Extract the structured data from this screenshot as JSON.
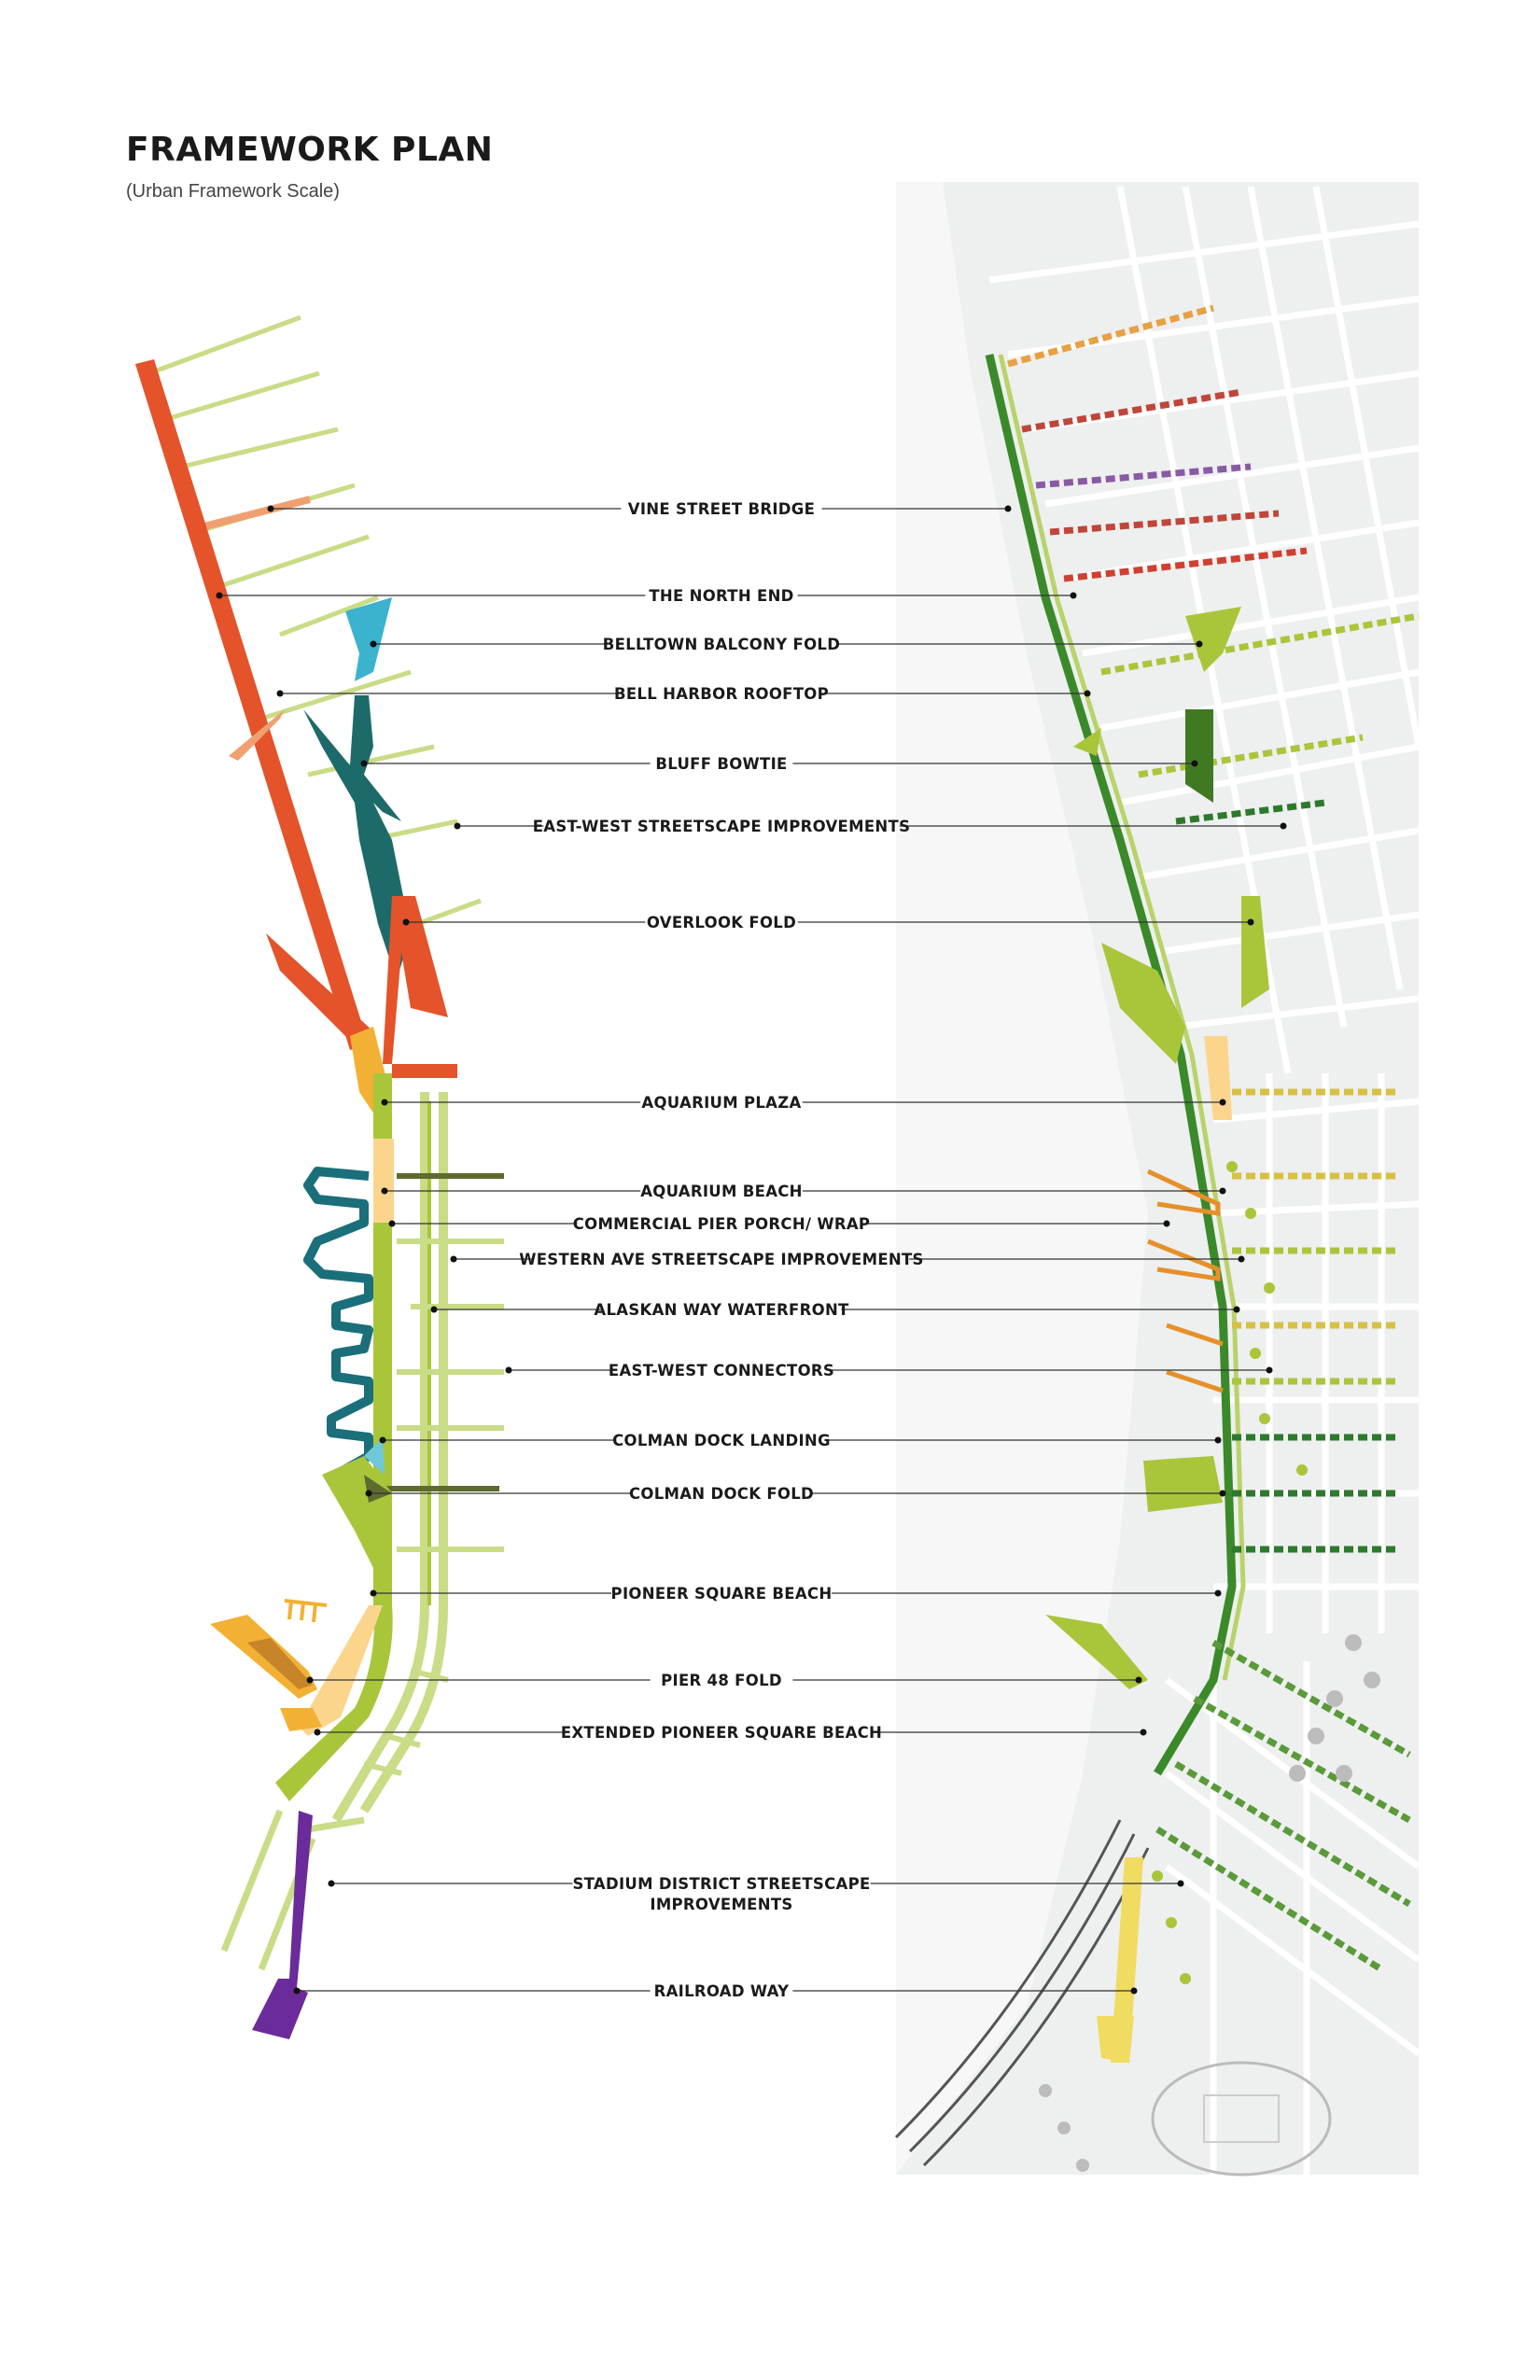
{
  "header": {
    "title": "FRAMEWORK PLAN",
    "subtitle": "(Urban Framework Scale)"
  },
  "labels": [
    {
      "id": "vine-street-bridge",
      "lines": [
        "VINE STREET BRIDGE"
      ]
    },
    {
      "id": "the-north-end",
      "lines": [
        "THE NORTH END"
      ]
    },
    {
      "id": "belltown-balcony-fold",
      "lines": [
        "BELLTOWN BALCONY FOLD"
      ]
    },
    {
      "id": "bell-harbor-rooftop",
      "lines": [
        "BELL HARBOR ROOFTOP"
      ]
    },
    {
      "id": "bluff-bowtie",
      "lines": [
        "BLUFF BOWTIE"
      ]
    },
    {
      "id": "east-west-streetscape",
      "lines": [
        "EAST-WEST STREETSCAPE IMPROVEMENTS"
      ]
    },
    {
      "id": "overlook-fold",
      "lines": [
        "OVERLOOK FOLD"
      ]
    },
    {
      "id": "aquarium-plaza",
      "lines": [
        "AQUARIUM PLAZA"
      ]
    },
    {
      "id": "aquarium-beach",
      "lines": [
        "AQUARIUM BEACH"
      ]
    },
    {
      "id": "commercial-pier-porch",
      "lines": [
        "COMMERCIAL PIER PORCH/ WRAP"
      ]
    },
    {
      "id": "western-ave-streetscape",
      "lines": [
        "WESTERN AVE STREETSCAPE IMPROVEMENTS"
      ]
    },
    {
      "id": "alaskan-way-waterfront",
      "lines": [
        "ALASKAN WAY WATERFRONT"
      ]
    },
    {
      "id": "east-west-connectors",
      "lines": [
        "EAST-WEST CONNECTORS"
      ]
    },
    {
      "id": "colman-dock-landing",
      "lines": [
        "COLMAN DOCK LANDING"
      ]
    },
    {
      "id": "colman-dock-fold",
      "lines": [
        "COLMAN DOCK FOLD"
      ]
    },
    {
      "id": "pioneer-square-beach",
      "lines": [
        "PIONEER SQUARE BEACH"
      ]
    },
    {
      "id": "pier-48-fold",
      "lines": [
        "PIER 48 FOLD"
      ]
    },
    {
      "id": "extended-pioneer-square-beach",
      "lines": [
        "EXTENDED PIONEER SQUARE BEACH"
      ]
    },
    {
      "id": "stadium-district-streetscape",
      "lines": [
        "STADIUM DISTRICT STREETSCAPE",
        "IMPROVEMENTS"
      ]
    },
    {
      "id": "railroad-way",
      "lines": [
        "RAILROAD WAY"
      ]
    }
  ],
  "colors": {
    "orange_red": "#e4532a",
    "lime": "#a9c63b",
    "light_lime": "#c9dc86",
    "teal_dark": "#1d6a6a",
    "teal_loop": "#1a6f7a",
    "cyan": "#3bb3cf",
    "yellow_orange": "#f2b134",
    "peach": "#fbd58c",
    "purple": "#6b2b9a",
    "olive": "#5e6b2e",
    "map_bg": "#eceded",
    "dark_green": "#2d7a2d"
  }
}
